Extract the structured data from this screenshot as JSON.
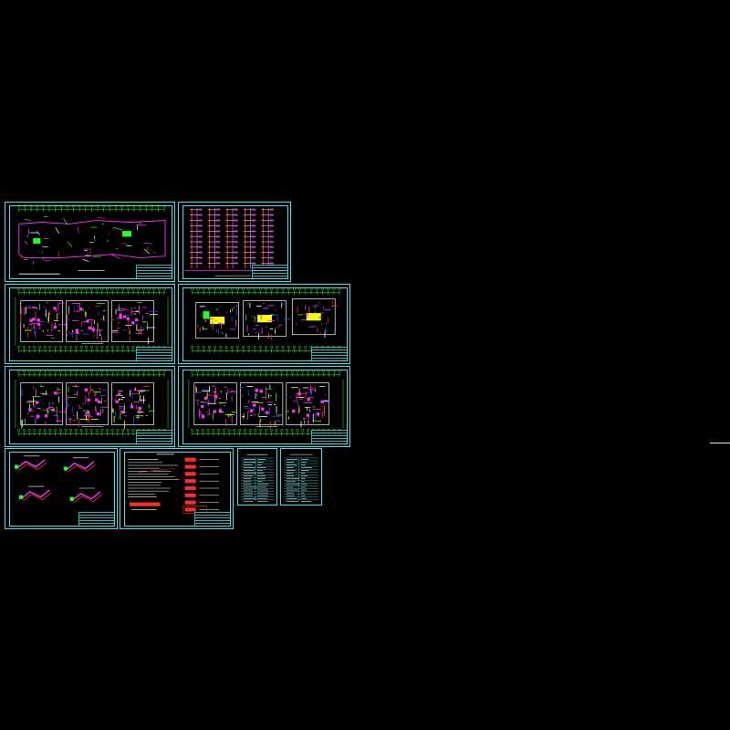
{
  "app": {
    "background": "#000000"
  },
  "colors": {
    "frame": "#2ee6ee",
    "green": "#22ff22",
    "magenta": "#ff33ff",
    "red": "#ff2a2a",
    "yellow": "#ffff00",
    "blue": "#3344ff",
    "white": "#ffffff"
  },
  "sheets": [
    {
      "name": "site-plan-sheet",
      "kind": "site"
    },
    {
      "name": "riser-diagram-sheet",
      "kind": "riser"
    },
    {
      "name": "floor-plan-sheet-1",
      "kind": "floor"
    },
    {
      "name": "floor-plan-sheet-2",
      "kind": "floor3"
    },
    {
      "name": "floor-plan-sheet-3",
      "kind": "floor"
    },
    {
      "name": "floor-plan-sheet-4",
      "kind": "floor"
    },
    {
      "name": "detail-sheet",
      "kind": "detail"
    },
    {
      "name": "notes-sheet",
      "kind": "notes"
    },
    {
      "name": "schedule-table-1",
      "kind": "table"
    },
    {
      "name": "schedule-table-2",
      "kind": "table"
    }
  ]
}
